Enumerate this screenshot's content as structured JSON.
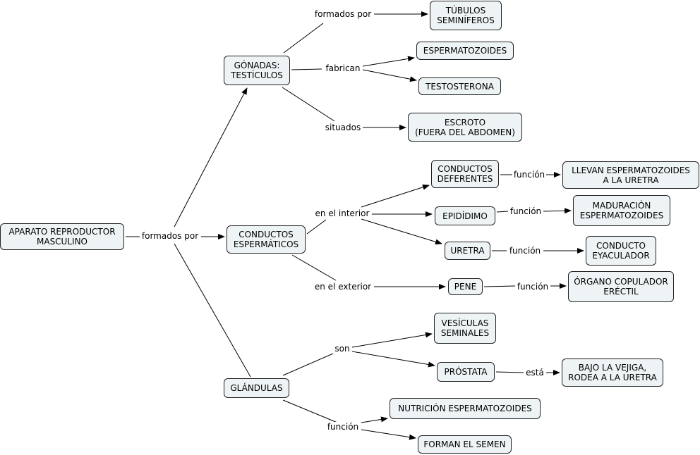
{
  "nodes": {
    "root": "APARATO REPRODUCTOR\nMASCULINO",
    "gonadas": "GÓNADAS:\nTESTÍCULOS",
    "conductos": "CONDUCTOS\nESPERMÁTICOS",
    "glandulas": "GLÁNDULAS",
    "tubulos": "TÚBULOS\nSEMINÍFEROS",
    "espermatozoides": "ESPERMATOZOIDES",
    "testosterona": "TESTOSTERONA",
    "escroto": "ESCROTO\n(FUERA DEL ABDOMEN)",
    "deferentes": "CONDUCTOS\nDEFERENTES",
    "epididimo": "EPIDÍDIMO",
    "uretra": "URETRA",
    "pene": "PENE",
    "llevan": "LLEVAN ESPERMATOZOIDES\nA LA URETRA",
    "maduracion": "MADURACIÓN\nESPERMATOZOIDES",
    "eyaculador": "CONDUCTO\nEYACULADOR",
    "copulador": "ÓRGANO COPULADOR\nERÉCTIL",
    "vesiculas": "VESÍCULAS\nSEMINALES",
    "prostata": "PRÓSTATA",
    "bajo": "BAJO LA VEJIGA,\nRODEA A LA URETRA",
    "nutricion": "NUTRICIÓN ESPERMATOZOIDES",
    "forman": "FORMAN EL SEMEN"
  },
  "labels": {
    "formados_root": "formados por",
    "formados_gonadas": "formados por",
    "fabrican": "fabrican",
    "situados": "situados",
    "interior": "en el interior",
    "exterior": "en el exterior",
    "funcion_deferentes": "función",
    "funcion_epididimo": "función",
    "funcion_uretra": "función",
    "funcion_pene": "función",
    "son": "son",
    "esta": "está",
    "funcion_glandulas": "función"
  }
}
